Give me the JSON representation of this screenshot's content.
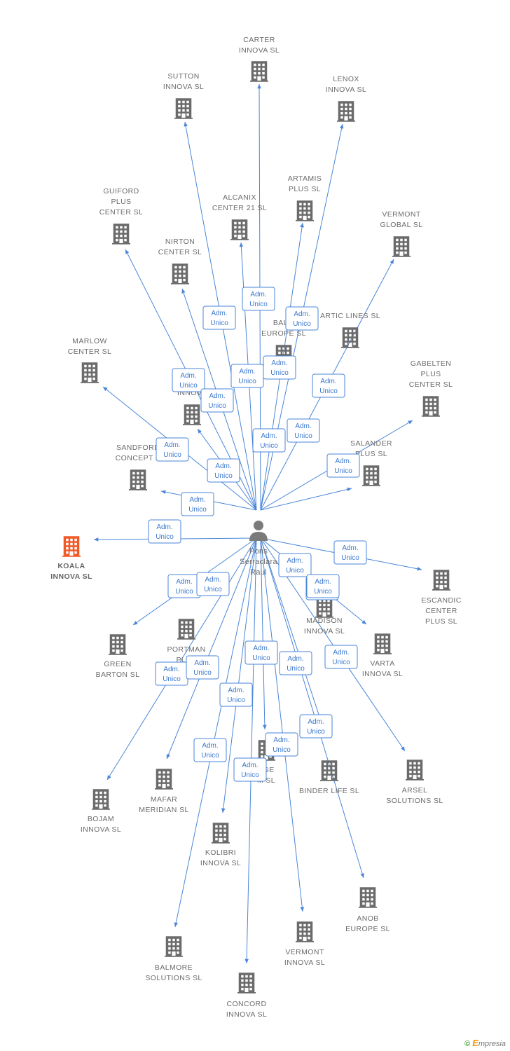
{
  "center": {
    "name_lines": [
      "Pons",
      "Serraclara",
      "Raul"
    ],
    "icon": "person-icon"
  },
  "role_label_lines": [
    "Adm.",
    "Unico"
  ],
  "colors": {
    "edge": "#4a86d8",
    "building": "#6b6b6b",
    "highlight": "#f05a28",
    "person": "#7a7a7a"
  },
  "companies": [
    {
      "id": "carter-innova",
      "lines": [
        "CARTER",
        "INNOVA SL"
      ]
    },
    {
      "id": "sutton-innova",
      "lines": [
        "SUTTON",
        "INNOVA SL"
      ]
    },
    {
      "id": "lenox-innova",
      "lines": [
        "LENOX",
        "INNOVA SL"
      ]
    },
    {
      "id": "artamis-plus",
      "lines": [
        "ARTAMIS",
        "PLUS SL"
      ]
    },
    {
      "id": "guiford-plus-center",
      "lines": [
        "GUIFORD",
        "PLUS",
        "CENTER SL"
      ]
    },
    {
      "id": "alcanix-center-21",
      "lines": [
        "ALCANIX",
        "CENTER 21 SL"
      ]
    },
    {
      "id": "vermont-global",
      "lines": [
        "VERMONT",
        "GLOBAL SL"
      ]
    },
    {
      "id": "nirton-center",
      "lines": [
        "NIRTON",
        "CENTER SL"
      ]
    },
    {
      "id": "artic-lines",
      "lines": [
        "ARTIC LINES SL"
      ]
    },
    {
      "id": "balm-europe",
      "lines": [
        "BALM",
        "EUROPE SL"
      ]
    },
    {
      "id": "marlow-center",
      "lines": [
        "MARLOW",
        "CENTER SL"
      ]
    },
    {
      "id": "gabelten-plus-center",
      "lines": [
        "GABELTEN",
        "PLUS",
        "CENTER SL"
      ]
    },
    {
      "id": "m-innova",
      "lines": [
        "M        A",
        "INNOVA"
      ]
    },
    {
      "id": "sandford-concept",
      "lines": [
        "SANDFORD",
        "CONCEPT S"
      ]
    },
    {
      "id": "salander-plus",
      "lines": [
        "SALANDER",
        "PLUS SL"
      ]
    },
    {
      "id": "koala-innova",
      "lines": [
        "KOALA",
        "INNOVA SL"
      ],
      "highlight": true
    },
    {
      "id": "escandic-center-plus",
      "lines": [
        "ESCANDIC",
        "CENTER",
        "PLUS SL"
      ]
    },
    {
      "id": "madison-innova",
      "lines": [
        "MADISON",
        "INNOVA SL"
      ]
    },
    {
      "id": "green-barton",
      "lines": [
        "GREEN",
        "BARTON SL"
      ]
    },
    {
      "id": "portman-plus",
      "lines": [
        "PORTMAN",
        "PLUS"
      ]
    },
    {
      "id": "varta-innova",
      "lines": [
        "VARTA",
        "INNOVA SL"
      ]
    },
    {
      "id": "age-m",
      "lines": [
        "AGE",
        "M SL"
      ]
    },
    {
      "id": "binder-life",
      "lines": [
        "BINDER LIFE SL"
      ]
    },
    {
      "id": "arsel-solutions",
      "lines": [
        "ARSEL",
        "SOLUTIONS SL"
      ]
    },
    {
      "id": "bojam-innova",
      "lines": [
        "BOJAM",
        "INNOVA SL"
      ]
    },
    {
      "id": "mafar-meridian",
      "lines": [
        "MAFAR",
        "MERIDIAN SL"
      ]
    },
    {
      "id": "kolibri-innova",
      "lines": [
        "KOLIBRI",
        "INNOVA SL"
      ]
    },
    {
      "id": "anob-europe",
      "lines": [
        "ANOB",
        "EUROPE SL"
      ]
    },
    {
      "id": "vermont-innova",
      "lines": [
        "VERMONT",
        "INNOVA SL"
      ]
    },
    {
      "id": "balmore-solutions",
      "lines": [
        "BALMORE",
        "SOLUTIONS SL"
      ]
    },
    {
      "id": "concord-innova",
      "lines": [
        "CONCORD",
        "INNOVA SL"
      ]
    }
  ],
  "watermark": {
    "copyright": "©",
    "brand_initial": "E",
    "brand_rest": "mpresia"
  }
}
